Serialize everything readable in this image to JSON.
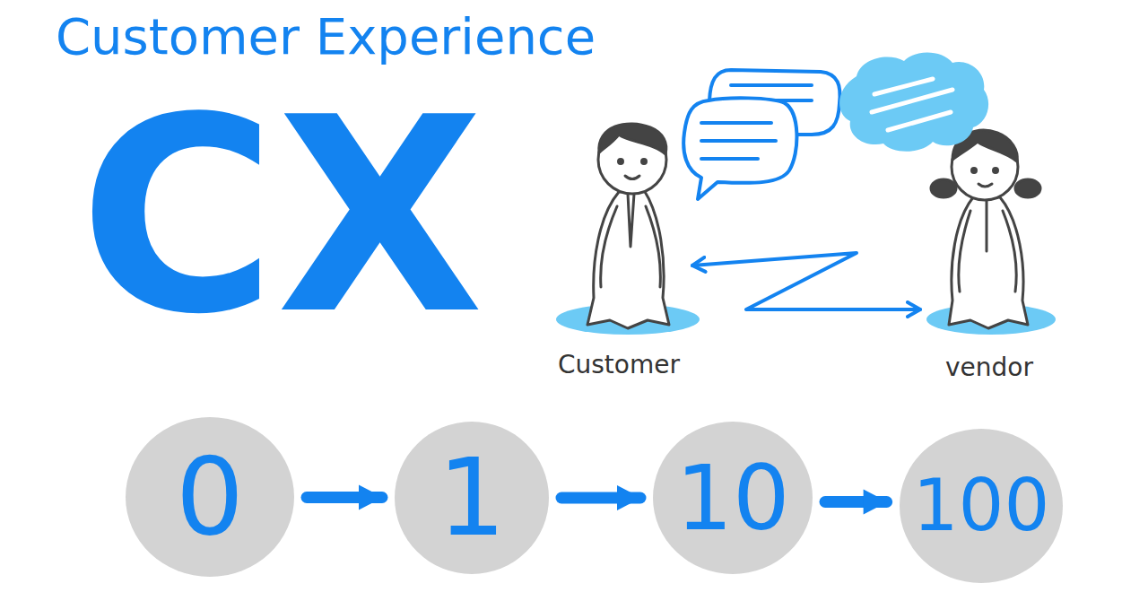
{
  "diagram": {
    "title": "Customer Experience",
    "nodes": [
      {
        "text": [
          "Customer"
        ]
      },
      {
        "text": [
          "vendor"
        ]
      },
      {
        "text": [
          "0"
        ]
      },
      {
        "text": [
          "1"
        ]
      },
      {
        "text": [
          "10"
        ]
      },
      {
        "text": [
          "100"
        ]
      }
    ],
    "edges": [
      {
        "from": 0,
        "to": 1,
        "arrow": "both"
      },
      {
        "from": 2,
        "to": 3,
        "arrow": "to"
      },
      {
        "from": 3,
        "to": 4,
        "arrow": "to"
      },
      {
        "from": 4,
        "to": 5,
        "arrow": "to"
      }
    ],
    "labels": [
      "CX"
    ]
  }
}
